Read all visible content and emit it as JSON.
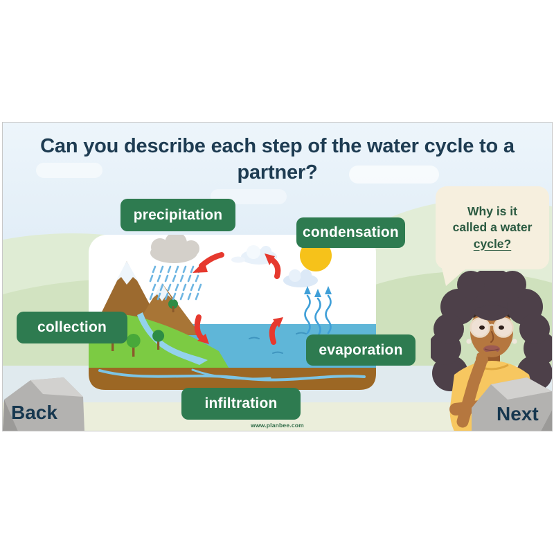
{
  "page": {
    "title": "Can you describe each step of the water cycle to a partner?"
  },
  "diagram": {
    "labels": {
      "precipitation": "precipitation",
      "condensation": "condensation",
      "collection": "collection",
      "evaporation": "evaporation",
      "infiltration": "infiltration"
    },
    "icons": [
      "rain-cloud",
      "sun",
      "mountains",
      "river",
      "sea",
      "soil",
      "trees",
      "cycle-arrows",
      "evaporation-waves",
      "underground-water"
    ]
  },
  "speech_bubble": {
    "line1": "Why is it",
    "line2": "called a water",
    "line3": "cycle?"
  },
  "nav": {
    "back_label": "Back",
    "next_label": "Next"
  },
  "footer": {
    "website": "www.planbee.com"
  },
  "colors": {
    "title_text": "#1e3c52",
    "label_green": "#2e7b50",
    "label_text": "#ffffff",
    "bubble_bg": "#f6efde",
    "bubble_text": "#2b5a41",
    "nav_text": "#16374f",
    "rock_gray": "#b3b2b0",
    "arrow_red": "#e6392e",
    "sea_blue": "#5fb6d8",
    "soil_brown": "#9c6724",
    "land_green": "#7ccb43",
    "sun_yellow": "#f6c21a",
    "skin_tone": "#b5773f",
    "shirt_yellow": "#f7c760"
  }
}
